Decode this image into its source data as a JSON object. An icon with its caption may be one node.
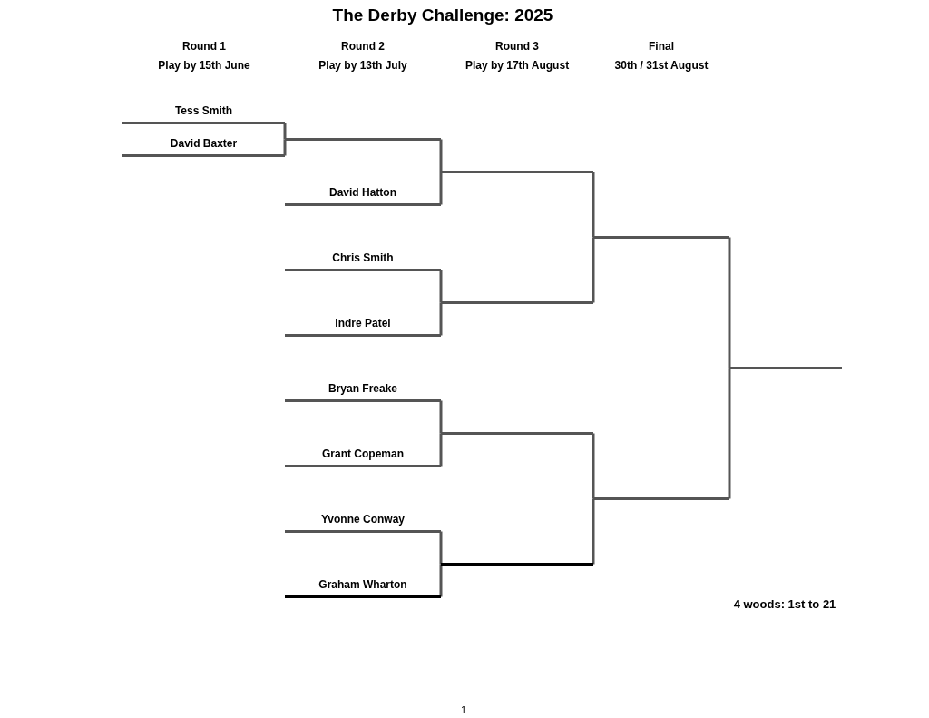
{
  "diagram": {
    "title": "The Derby Challenge: 2025",
    "nodes": [
      {
        "text": [
          "Tess Smith"
        ]
      },
      {
        "text": [
          "David Baxter"
        ]
      },
      {
        "text": [],
        "shape": "line"
      },
      {
        "text": [
          "David Hatton"
        ]
      },
      {
        "text": [
          "Chris Smith"
        ]
      },
      {
        "text": [
          "Indre Patel"
        ]
      },
      {
        "text": [
          "Bryan Freake"
        ]
      },
      {
        "text": [
          "Grant Copeman"
        ]
      },
      {
        "text": [
          "Yvonne Conway"
        ]
      },
      {
        "text": [
          "Graham Wharton"
        ]
      },
      {
        "text": [],
        "shape": "line"
      },
      {
        "text": [],
        "shape": "line"
      },
      {
        "text": [],
        "shape": "line"
      },
      {
        "text": [],
        "shape": "line"
      },
      {
        "text": [],
        "shape": "line"
      },
      {
        "text": [],
        "shape": "line"
      },
      {
        "text": [],
        "shape": "line"
      }
    ],
    "edges": [
      {
        "from": 0,
        "to": 2,
        "arrow": "none"
      },
      {
        "from": 1,
        "to": 2,
        "arrow": "none"
      },
      {
        "from": 2,
        "to": 10,
        "arrow": "none"
      },
      {
        "from": 3,
        "to": 10,
        "arrow": "none"
      },
      {
        "from": 4,
        "to": 11,
        "arrow": "none"
      },
      {
        "from": 5,
        "to": 11,
        "arrow": "none"
      },
      {
        "from": 6,
        "to": 12,
        "arrow": "none"
      },
      {
        "from": 7,
        "to": 12,
        "arrow": "none"
      },
      {
        "from": 8,
        "to": 13,
        "arrow": "none"
      },
      {
        "from": 9,
        "to": 13,
        "arrow": "none"
      },
      {
        "from": 10,
        "to": 14,
        "arrow": "none"
      },
      {
        "from": 11,
        "to": 14,
        "arrow": "none"
      },
      {
        "from": 12,
        "to": 15,
        "arrow": "none"
      },
      {
        "from": 13,
        "to": 15,
        "arrow": "none"
      },
      {
        "from": 14,
        "to": 16,
        "arrow": "none"
      },
      {
        "from": 15,
        "to": 16,
        "arrow": "none"
      }
    ],
    "labels": [
      "Round 1",
      "Round 2",
      "Round 3",
      "Final",
      "Play by 15th June",
      "Play by 13th July",
      "Play by 17th August",
      "30th / 31st August",
      "4 woods: 1st to 21",
      "1"
    ]
  }
}
